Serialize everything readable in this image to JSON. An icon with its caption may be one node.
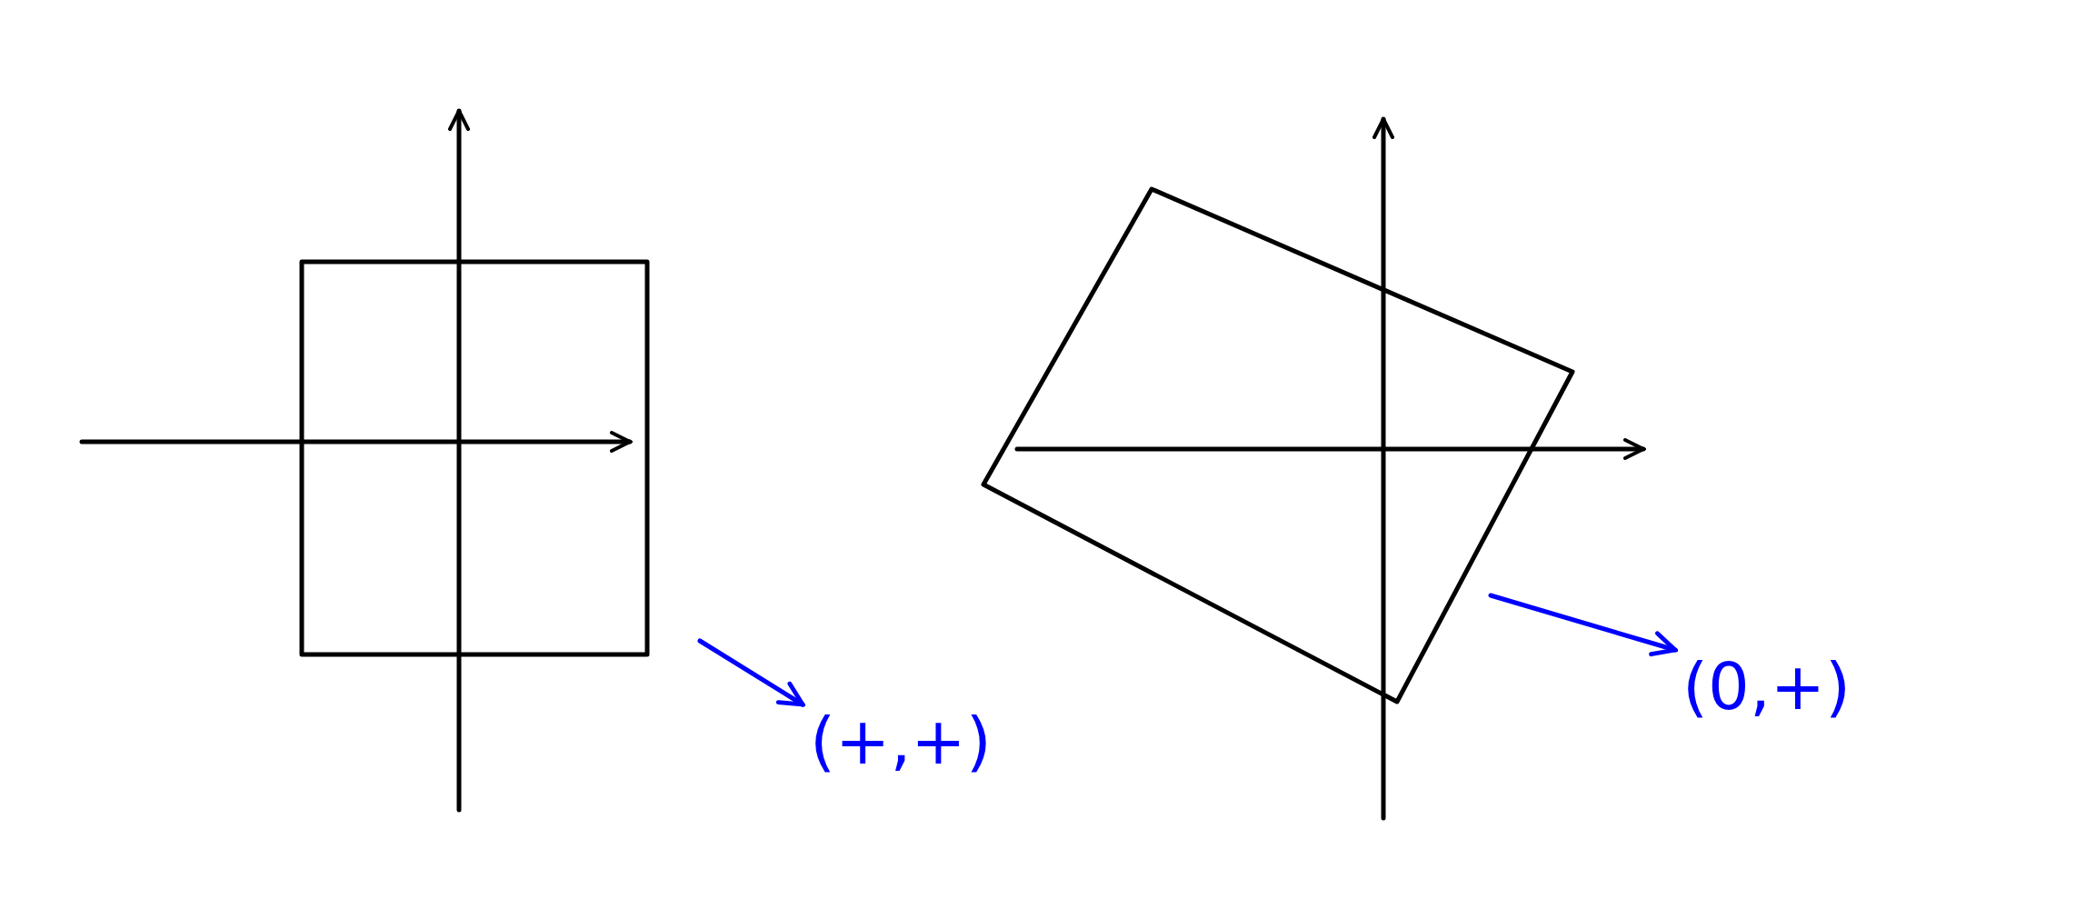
{
  "diagram": {
    "nodes": [
      {
        "text": [
          "(+,+)"
        ]
      },
      {
        "text": [
          "(0,+)"
        ]
      }
    ],
    "edges": [
      {
        "from": null,
        "to": 0,
        "arrow": "to"
      },
      {
        "from": null,
        "to": 1,
        "arrow": "to"
      }
    ]
  }
}
